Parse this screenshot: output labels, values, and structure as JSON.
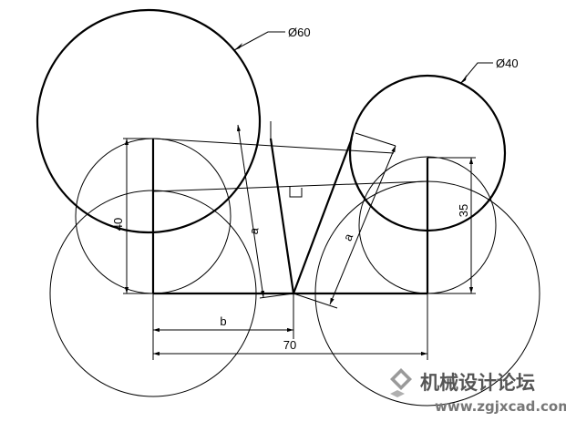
{
  "labels": {
    "big_circle": "Ø60",
    "small_circle": "Ø40",
    "dim_left_vertical": "40",
    "dim_right_vertical": "35",
    "dim_b": "b",
    "dim_total": "70",
    "dim_a_left": "a",
    "dim_a_right": "a"
  },
  "watermark": {
    "title": "机械设计论坛",
    "url": "www.zgjxcad.com",
    "logo_icon": "diamond-logo-icon"
  }
}
